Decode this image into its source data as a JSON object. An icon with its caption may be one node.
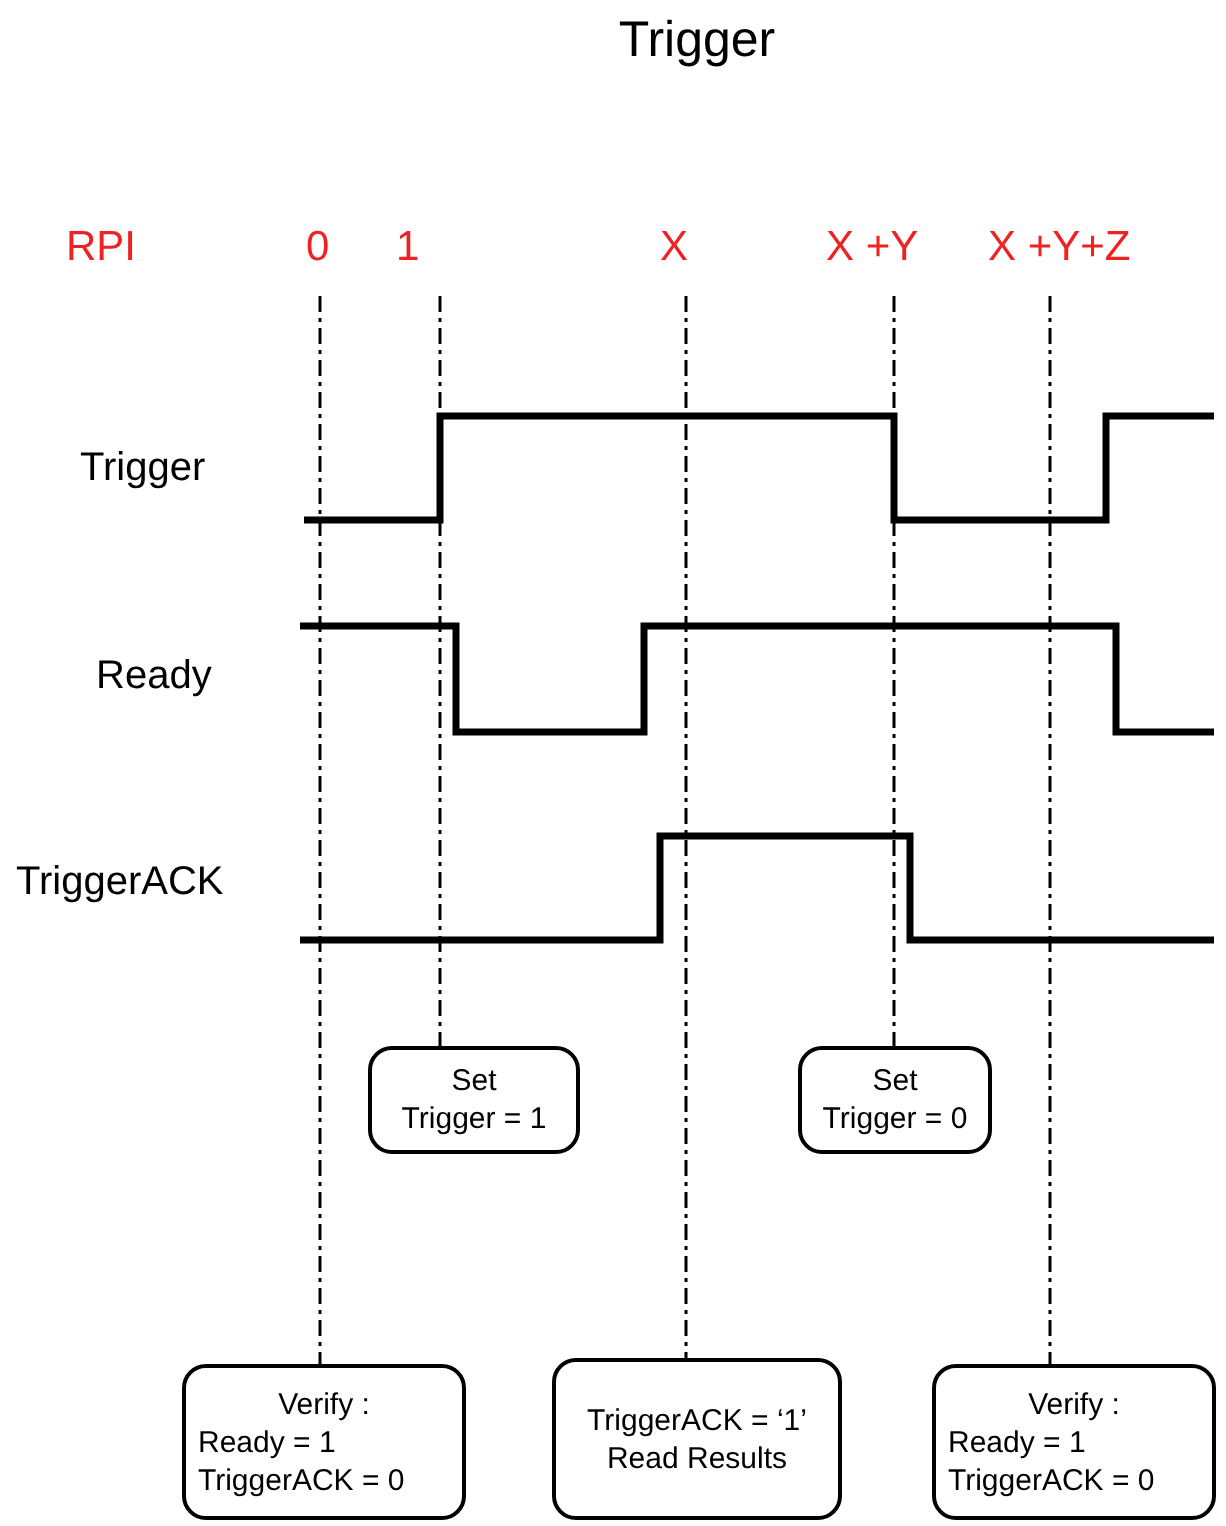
{
  "diagram": {
    "title": "Trigger",
    "nodes": [
      {
        "text": [
          "0"
        ]
      },
      {
        "text": [
          "1"
        ]
      },
      {
        "text": [
          "X"
        ]
      },
      {
        "text": [
          "X +Y"
        ]
      },
      {
        "text": [
          "X +Y+Z"
        ]
      },
      {
        "text": [
          "Set",
          "Trigger = 1"
        ]
      },
      {
        "text": [
          "Set",
          "Trigger = 0"
        ]
      },
      {
        "text": [
          "Verify :",
          "Ready = 1",
          "TriggerACK = 0"
        ]
      },
      {
        "text": [
          "TriggerACK = ‘1’",
          "Read Results"
        ]
      },
      {
        "text": [
          "Verify :",
          "Ready = 1",
          "TriggerACK = 0"
        ]
      }
    ],
    "edges": [
      {
        "from": 0,
        "to": 7,
        "arrow": "none",
        "style": "dashed"
      },
      {
        "from": 1,
        "to": 5,
        "arrow": "none",
        "style": "dashed"
      },
      {
        "from": 2,
        "to": 8,
        "arrow": "none",
        "style": "dashed"
      },
      {
        "from": 3,
        "to": 6,
        "arrow": "none",
        "style": "dashed"
      },
      {
        "from": 4,
        "to": 9,
        "arrow": "none",
        "style": "dashed"
      }
    ],
    "labels": [
      "RPI",
      "Trigger",
      "Ready",
      "TriggerACK"
    ]
  }
}
